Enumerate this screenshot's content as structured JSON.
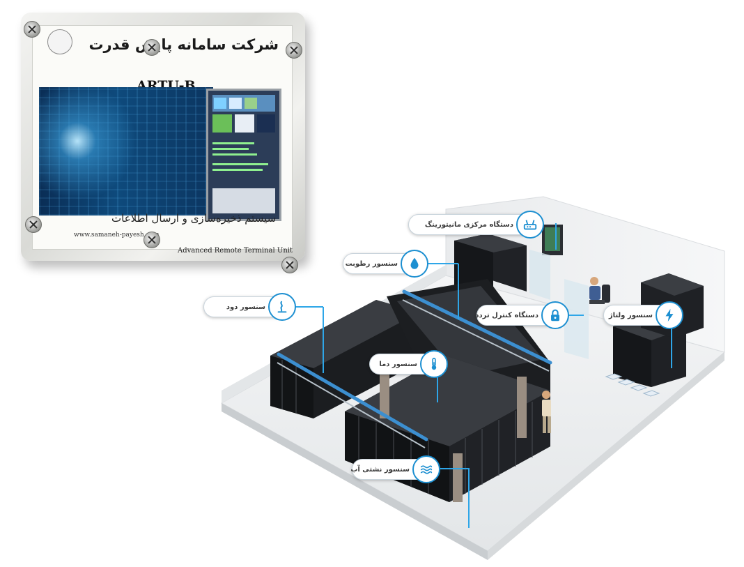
{
  "device": {
    "brand": "شرکت سامانه پایش قدرت",
    "model": "ARTU-B",
    "tagline": "سیستم ذخیره‌سازی و ارسال اطلاعات",
    "url": "www.samaneh-payesh.com",
    "subtitle": "Advanced Remote Terminal Unit"
  },
  "callouts": [
    {
      "id": "monitoring",
      "label": "دستگاه مرکزی مانیتورینگ",
      "icon": "router-icon"
    },
    {
      "id": "humidity",
      "label": "سنسور رطوبت",
      "icon": "water-drop-icon"
    },
    {
      "id": "smoke",
      "label": "سنسور دود",
      "icon": "smoke-icon"
    },
    {
      "id": "access",
      "label": "دستگاه کنترل تردد",
      "icon": "lock-icon"
    },
    {
      "id": "voltage",
      "label": "سنسور ولتاژ",
      "icon": "lightning-icon"
    },
    {
      "id": "temperature",
      "label": "سنسور دما",
      "icon": "thermometer-icon"
    },
    {
      "id": "leak",
      "label": "سنسور نشتی آب",
      "icon": "water-waves-icon"
    }
  ],
  "colors": {
    "accent": "#1c8fd1",
    "leader": "#2ea6e8",
    "rack": "#1d1f22",
    "floor": "#eceeef"
  }
}
